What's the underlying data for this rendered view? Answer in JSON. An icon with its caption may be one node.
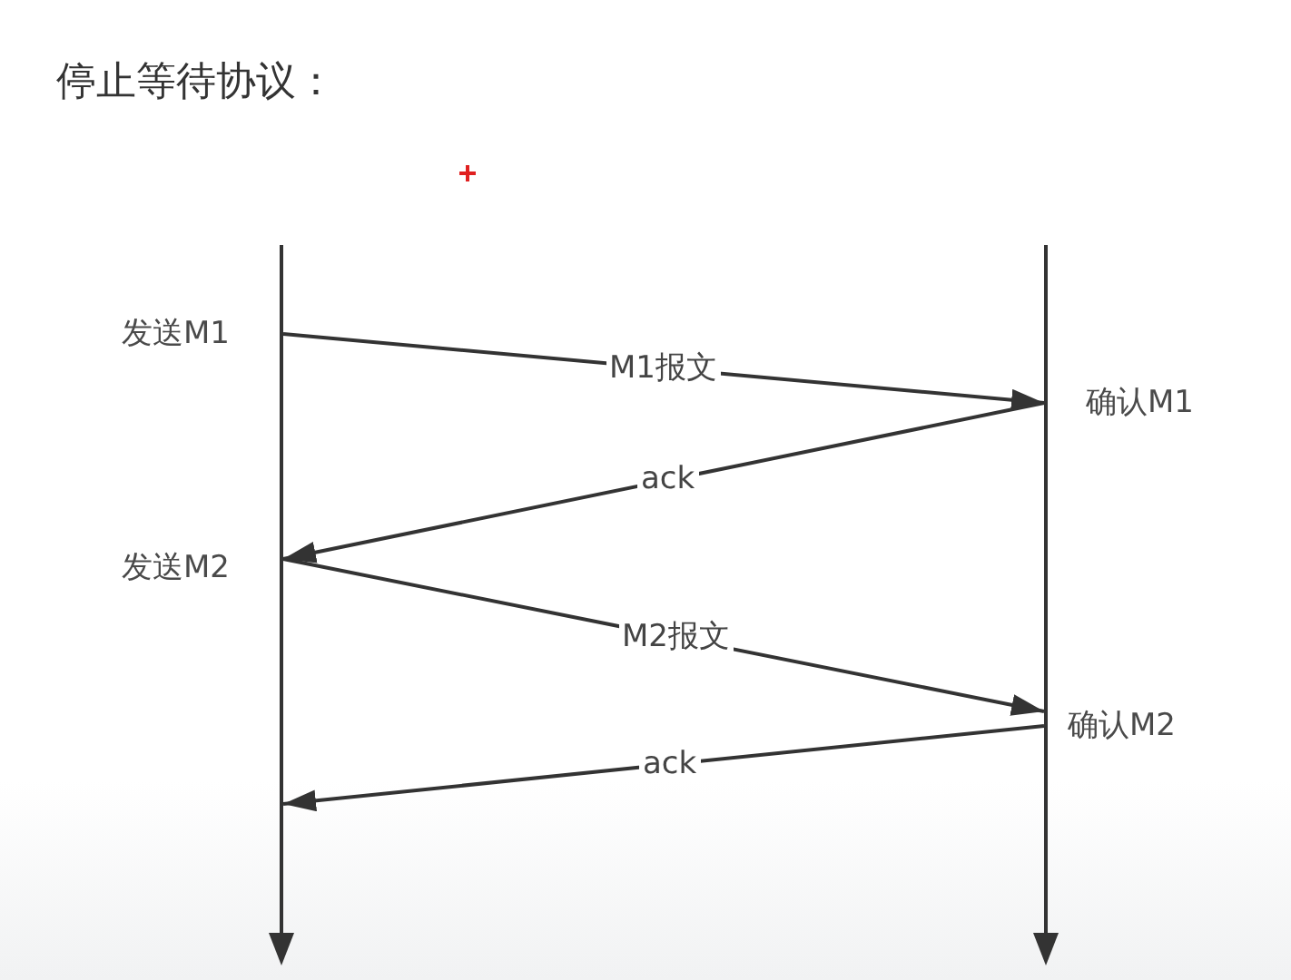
{
  "diagram": {
    "title": "停止等待协议：",
    "nodes": [
      {
        "text": [],
        "shape": "line",
        "beside": [
          "发送M1",
          "发送M2"
        ]
      },
      {
        "text": [],
        "shape": "line",
        "beside": [
          "确认M1",
          "确认M2"
        ]
      }
    ],
    "edges": [
      {
        "from": 0,
        "to": 1,
        "arrow": "to",
        "label": "M1报文"
      },
      {
        "from": 1,
        "to": 0,
        "arrow": "to",
        "label": "ack"
      },
      {
        "from": 0,
        "to": 1,
        "arrow": "to",
        "label": "M2报文"
      },
      {
        "from": 1,
        "to": 0,
        "arrow": "to",
        "label": "ack"
      }
    ]
  }
}
